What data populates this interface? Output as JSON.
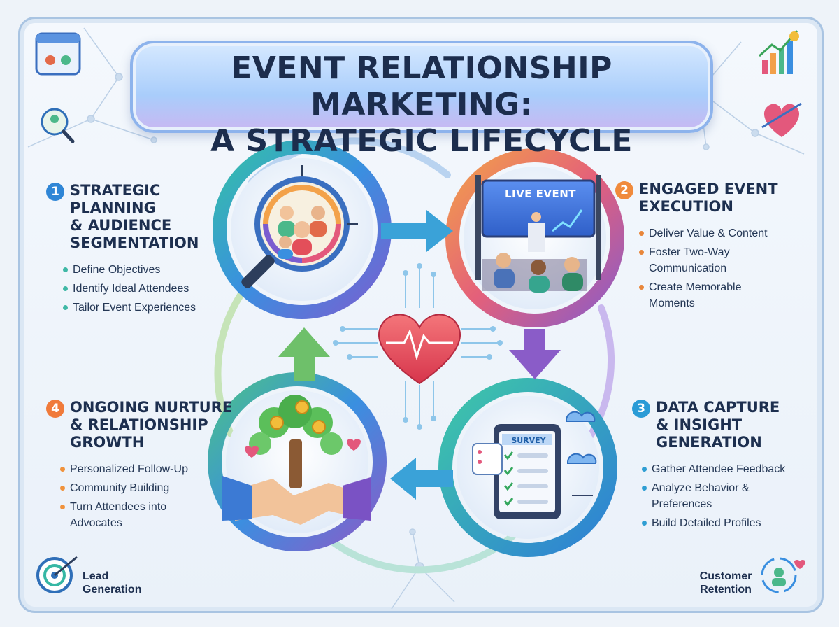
{
  "title": {
    "line1": "Event Relationship Marketing:",
    "line2": "A Strategic Lifecycle"
  },
  "stages": [
    {
      "number": "1",
      "title_lines": [
        "Strategic Planning",
        "& Audience",
        "Segmentation"
      ],
      "bullets": [
        "Define Objectives",
        "Identify Ideal Attendees",
        "Tailor Event Experiences"
      ],
      "color": "#2f86d6",
      "bullet_color": "#3fb8a6",
      "icon": "magnifier-people-icon"
    },
    {
      "number": "2",
      "title_lines": [
        "Engaged Event",
        "Execution"
      ],
      "bullets": [
        "Deliver Value & Content",
        "Foster Two-Way Communication",
        "Create Memorable Moments"
      ],
      "color": "#f08a3c",
      "bullet_color": "#e8863a",
      "icon": "live-stage-icon"
    },
    {
      "number": "3",
      "title_lines": [
        "Data Capture",
        "& Insight",
        "Generation"
      ],
      "bullets": [
        "Gather Attendee Feedback",
        "Analyze Behavior & Preferences",
        "Build Detailed Profiles"
      ],
      "color": "#2a9bd6",
      "bullet_color": "#2f9ed3",
      "icon": "survey-tablet-icon"
    },
    {
      "number": "4",
      "title_lines": [
        "Ongoing Nurture",
        "& Relationship",
        "Growth"
      ],
      "bullets": [
        "Personalized Follow-Up",
        "Community Building",
        "Turn Attendees into Advocates"
      ],
      "color": "#f07a3a",
      "bullet_color": "#f0923c",
      "icon": "handshake-tree-icon"
    }
  ],
  "screen_text": {
    "live_event": "LIVE EVENT",
    "survey": "SURVEY"
  },
  "corners": {
    "lead_generation": "Lead Generation",
    "customer_retention": "Customer Retention"
  },
  "colors": {
    "accent_blue": "#2f86d6",
    "accent_teal": "#36b7a4",
    "accent_purple": "#8a5cc8",
    "heart": "#e5485e"
  }
}
